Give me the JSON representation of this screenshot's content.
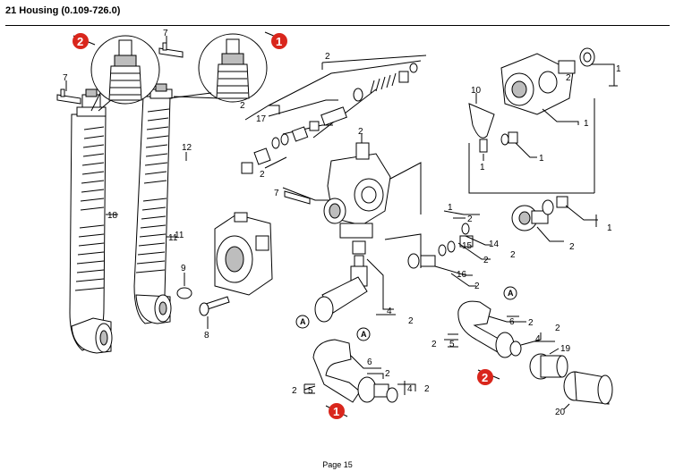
{
  "header": {
    "title": "21 Housing (0.109-726.0)"
  },
  "footer": {
    "page": "Page 15"
  },
  "markers": {
    "one": "1",
    "two": "2",
    "a": "A"
  },
  "labels": {
    "n1": "1",
    "n2": "2",
    "n4": "4",
    "n5": "5",
    "n6": "6",
    "n7": "7",
    "n8": "8",
    "n9": "9",
    "n10": "10",
    "n11": "11",
    "n12": "12",
    "n14": "14",
    "n15": "15",
    "n16": "16",
    "n17": "17",
    "n18": "18",
    "n19": "19",
    "n20": "20"
  }
}
